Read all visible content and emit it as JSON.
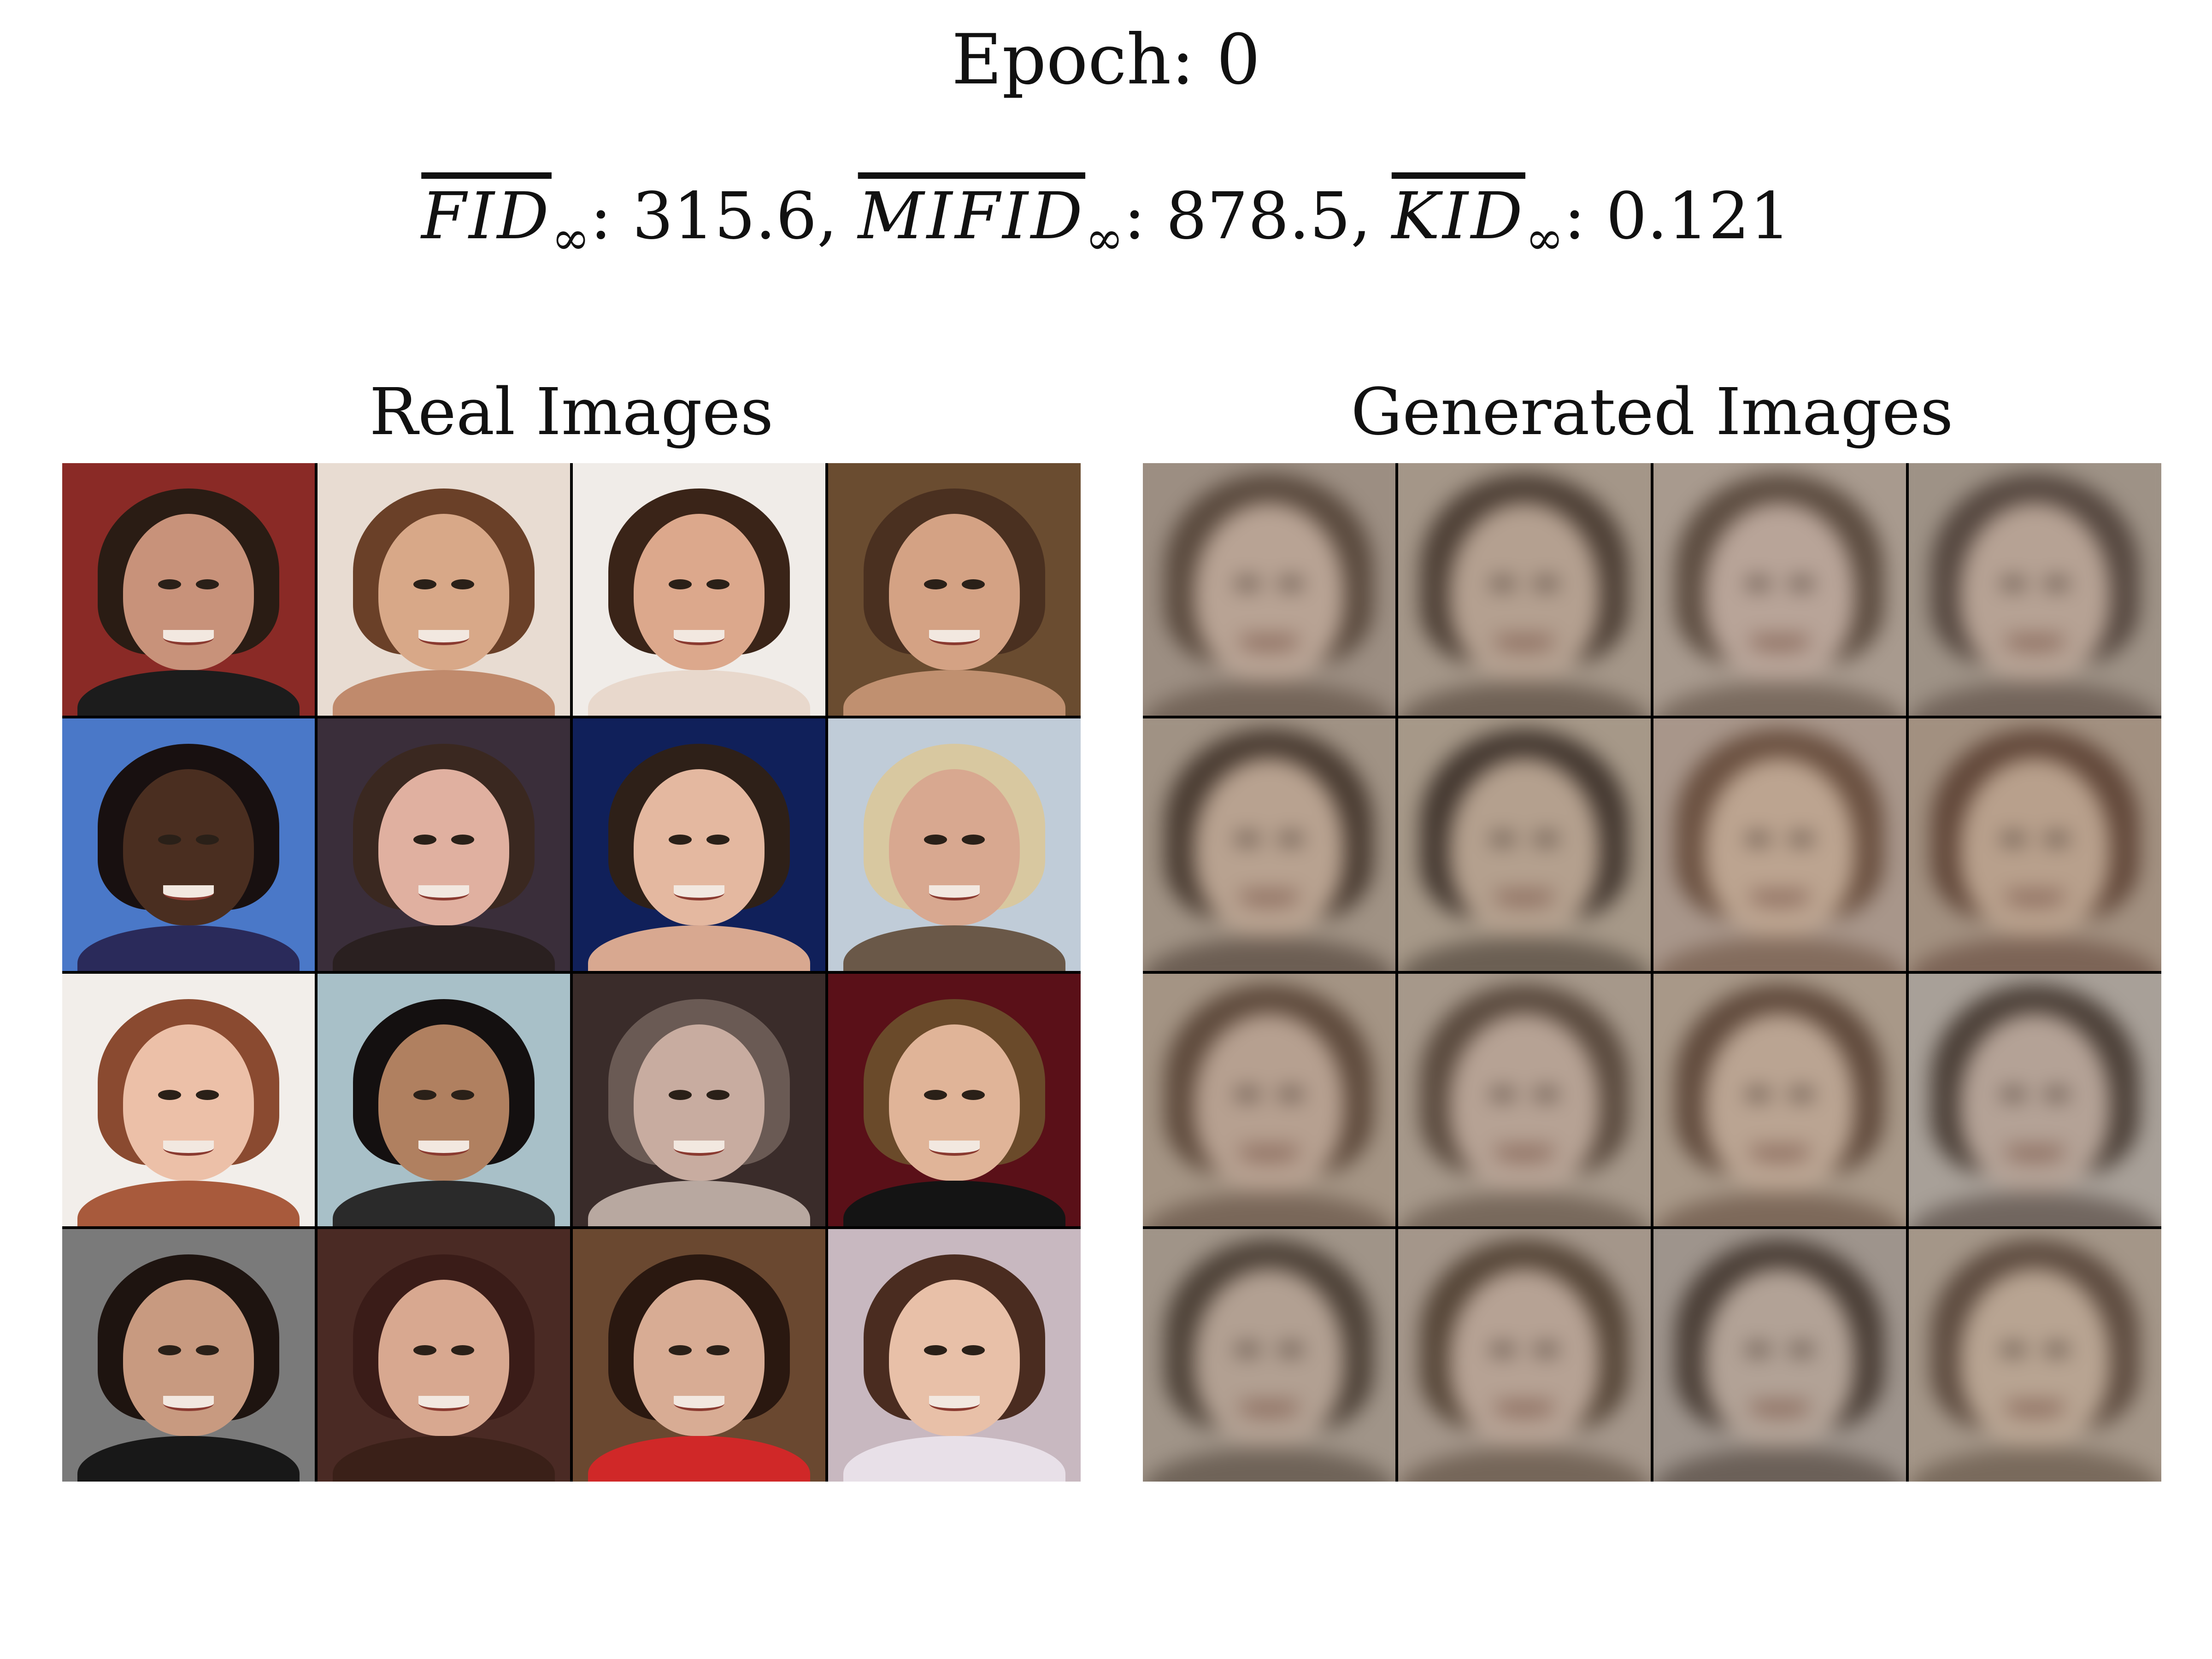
{
  "header": {
    "epoch": "Epoch: 0"
  },
  "metrics": {
    "fid_name": "FID",
    "fid_value": ": 315.6, ",
    "mifid_name": "MIFID",
    "mifid_value": ": 878.5, ",
    "kid_name": "KID",
    "kid_value": ": 0.121",
    "subscript": "∞"
  },
  "real_panel": {
    "title": "Real Images",
    "cells": [
      {
        "bg": "#8a2a26",
        "hair": "#2a1c14",
        "skin": "#c8927a",
        "body": "#1c1c1c"
      },
      {
        "bg": "#e8dcd2",
        "hair": "#6a4028",
        "skin": "#d8a888",
        "body": "#c08a6c"
      },
      {
        "bg": "#f0ece8",
        "hair": "#3a2418",
        "skin": "#dca88c",
        "body": "#e8d8cc"
      },
      {
        "bg": "#6a4c30",
        "hair": "#4a3020",
        "skin": "#d4a284",
        "body": "#c09070"
      },
      {
        "bg": "#4a78c8",
        "hair": "#181010",
        "skin": "#4a2e20",
        "body": "#2a2a5a"
      },
      {
        "bg": "#3a2e3a",
        "hair": "#3a2820",
        "skin": "#e0b0a0",
        "body": "#2a2020"
      },
      {
        "bg": "#10205a",
        "hair": "#2e2018",
        "skin": "#e4b8a0",
        "body": "#d8a890"
      },
      {
        "bg": "#c0ccd8",
        "hair": "#d8c8a0",
        "skin": "#d8a890",
        "body": "#6a5848"
      },
      {
        "bg": "#f2eeea",
        "hair": "#8a4a30",
        "skin": "#ecc0a8",
        "body": "#a85a3c"
      },
      {
        "bg": "#a8c0c8",
        "hair": "#141010",
        "skin": "#b08060",
        "body": "#2a2a2a"
      },
      {
        "bg": "#3a2c2a",
        "hair": "#6a5a54",
        "skin": "#c8aca0",
        "body": "#b8a8a0"
      },
      {
        "bg": "#5a1018",
        "hair": "#6a4a2a",
        "skin": "#e0b498",
        "body": "#141414"
      },
      {
        "bg": "#7a7a7a",
        "hair": "#1e1410",
        "skin": "#c89a80",
        "body": "#181818"
      },
      {
        "bg": "#4a2a24",
        "hair": "#3a1c18",
        "skin": "#d8a890",
        "body": "#3a2018"
      },
      {
        "bg": "#6a4830",
        "hair": "#2a1810",
        "skin": "#d8ac94",
        "body": "#d02828"
      },
      {
        "bg": "#c8b8c0",
        "hair": "#4a2c20",
        "skin": "#e8c0a8",
        "body": "#e8e0e8"
      }
    ]
  },
  "generated_panel": {
    "title": "Generated Images",
    "cells": [
      {
        "bg": "#9c8e82",
        "hair": "#5a4a3e",
        "skin": "#b8a394"
      },
      {
        "bg": "#a49688",
        "hair": "#4e4036",
        "skin": "#b4a090"
      },
      {
        "bg": "#a89a8e",
        "hair": "#5c4c40",
        "skin": "#b8a498"
      },
      {
        "bg": "#9e9286",
        "hair": "#564840",
        "skin": "#b6a294"
      },
      {
        "bg": "#a09284",
        "hair": "#4a3c32",
        "skin": "#b8a290"
      },
      {
        "bg": "#a69888",
        "hair": "#443830",
        "skin": "#b4a08e"
      },
      {
        "bg": "#a8968a",
        "hair": "#6a5040",
        "skin": "#bca490"
      },
      {
        "bg": "#a29080",
        "hair": "#62483a",
        "skin": "#b8a08c"
      },
      {
        "bg": "#a49484",
        "hair": "#5e4a3c",
        "skin": "#b6a090"
      },
      {
        "bg": "#a6988a",
        "hair": "#5a4a3e",
        "skin": "#b6a294"
      },
      {
        "bg": "#a89888",
        "hair": "#604a3c",
        "skin": "#baa492"
      },
      {
        "bg": "#a8a098",
        "hair": "#4c4038",
        "skin": "#b4a296"
      },
      {
        "bg": "#a09488",
        "hair": "#4e4238",
        "skin": "#b2a092"
      },
      {
        "bg": "#a4968a",
        "hair": "#564638",
        "skin": "#b6a294"
      },
      {
        "bg": "#9e948c",
        "hair": "#4a3e36",
        "skin": "#b2a296"
      },
      {
        "bg": "#a49688",
        "hair": "#5e4c40",
        "skin": "#b8a492"
      }
    ]
  }
}
